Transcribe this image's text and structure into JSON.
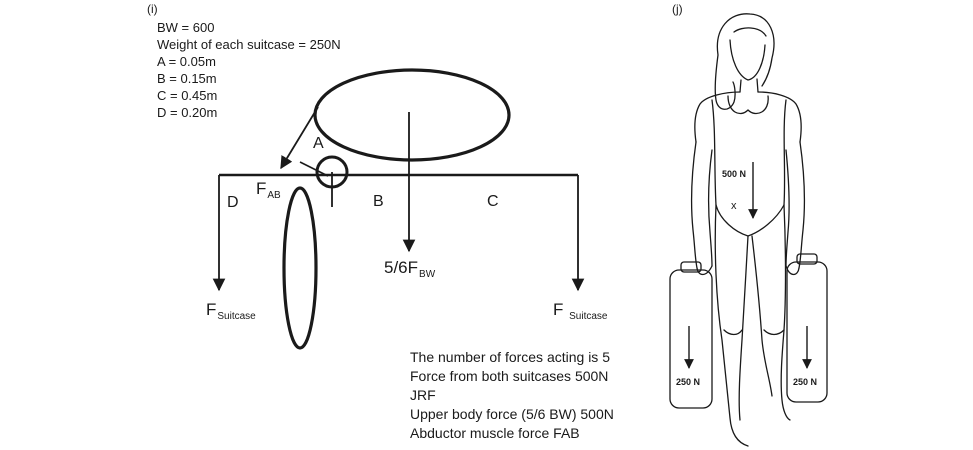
{
  "panel_i": {
    "label": "(i)",
    "given": [
      "BW = 600",
      "Weight of each suitcase = 250N",
      "A = 0.05m",
      "B = 0.15m",
      "C = 0.45m",
      "D = 0.20m"
    ],
    "segments": {
      "a": "A",
      "b": "B",
      "c": "C",
      "d": "D"
    },
    "forces": {
      "f_ab_main": "F",
      "f_ab_sub": "AB",
      "upper_main": "5/6F",
      "upper_sub": "BW",
      "suitcase_left_main": "F",
      "suitcase_left_sub": "Suitcase",
      "suitcase_right_main": "F ",
      "suitcase_right_sub": "Suitcase"
    },
    "notes": [
      "The number of forces acting is 5",
      "Force from both suitcases 500N",
      "JRF",
      "Upper body force (5/6 BW) 500N",
      "Abductor muscle force FAB"
    ]
  },
  "panel_j": {
    "label": "(j)",
    "body_force": "500 N",
    "com_mark": "x",
    "suitcase_left": "250 N",
    "suitcase_right": "250 N"
  }
}
